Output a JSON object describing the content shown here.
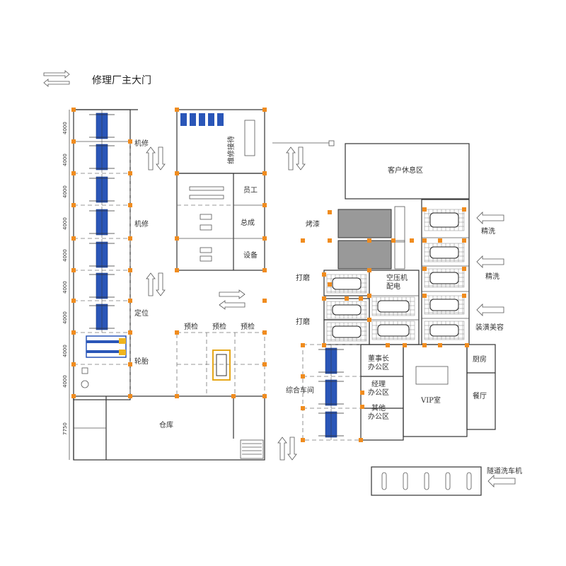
{
  "title": "修理厂主大门",
  "zones": {
    "reception": "维修接待",
    "customer_lounge": "客户休息区",
    "staff": "员工",
    "general": "总成",
    "equipment": "设备",
    "mechanical_1": "机修",
    "mechanical_2": "机修",
    "alignment": "定位",
    "tire": "轮胎",
    "precheck_1": "预检",
    "precheck_2": "预检",
    "precheck_3": "预检",
    "warehouse": "仓库",
    "paint_bake": "烤漆",
    "compressor": "空压机\n配电",
    "sanding_1": "打磨",
    "sanding_2": "打磨",
    "fine_wash_1": "精洗",
    "fine_wash_2": "精洗",
    "detailing": "装潢美容",
    "board_office": "董事长\n办公区",
    "manager_office": "经理\n办公区",
    "other_office": "其他\n办公区",
    "vip": "VIP室",
    "kitchen": "厨房",
    "dining": "餐厅",
    "general_workshop": "综合车间",
    "tunnel_wash": "隧道洗车机"
  },
  "dimensions": [
    "4000",
    "4000",
    "4000",
    "4000",
    "4000",
    "4000",
    "4000",
    "4000",
    "4000",
    "7750"
  ],
  "colors": {
    "column": "#f08c1e",
    "lift": "#2a56b8",
    "wall": "#333333"
  }
}
